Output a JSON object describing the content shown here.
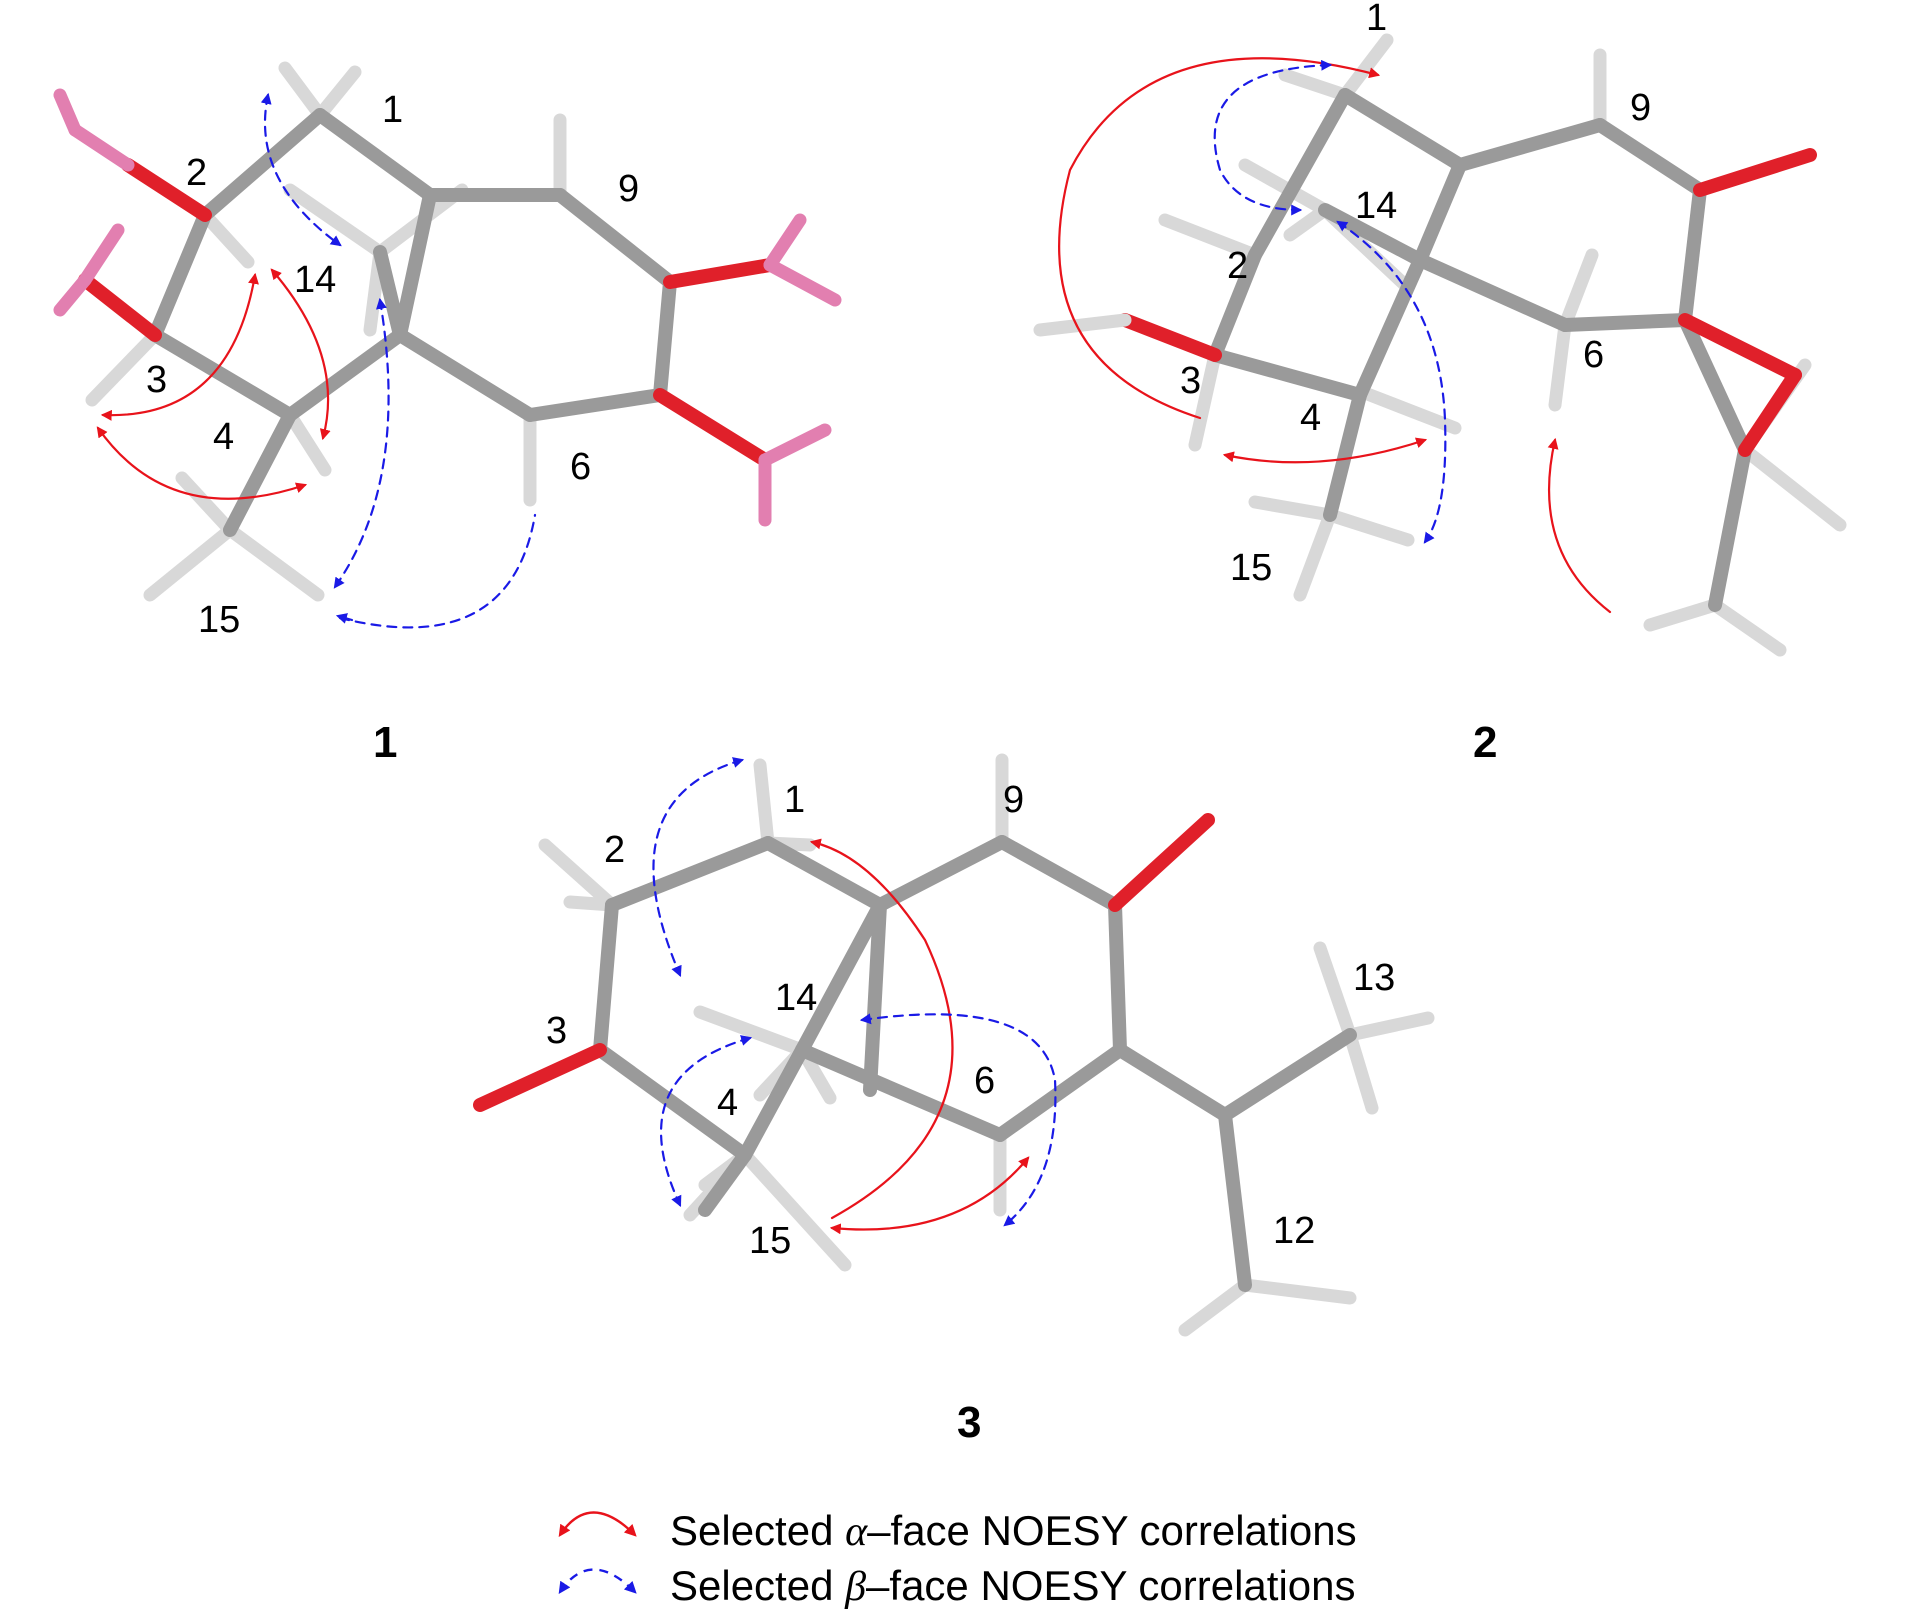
{
  "colors": {
    "carbon": "#9a9a9a",
    "hydrogen": "#d8d8d8",
    "oxygen": "#e0202a",
    "hydroxyl_hydrogen": "#e27fb0",
    "alpha_noesy": "#e8131b",
    "beta_noesy": "#1a1ae6"
  },
  "molecules": [
    {
      "compound_label": "1",
      "atom_labels": [
        "1",
        "2",
        "3",
        "4",
        "6",
        "9",
        "14",
        "15"
      ]
    },
    {
      "compound_label": "2",
      "atom_labels": [
        "1",
        "2",
        "3",
        "4",
        "6",
        "9",
        "14",
        "15"
      ]
    },
    {
      "compound_label": "3",
      "atom_labels": [
        "1",
        "2",
        "3",
        "4",
        "6",
        "9",
        "12",
        "13",
        "14",
        "15"
      ]
    }
  ],
  "legend": {
    "alpha": {
      "prefix": "Selected ",
      "greek": "α",
      "suffix": "–face NOESY correlations",
      "line_style": "solid"
    },
    "beta": {
      "prefix": "Selected ",
      "greek": "β",
      "suffix": "–face NOESY correlations",
      "line_style": "dashed"
    }
  }
}
